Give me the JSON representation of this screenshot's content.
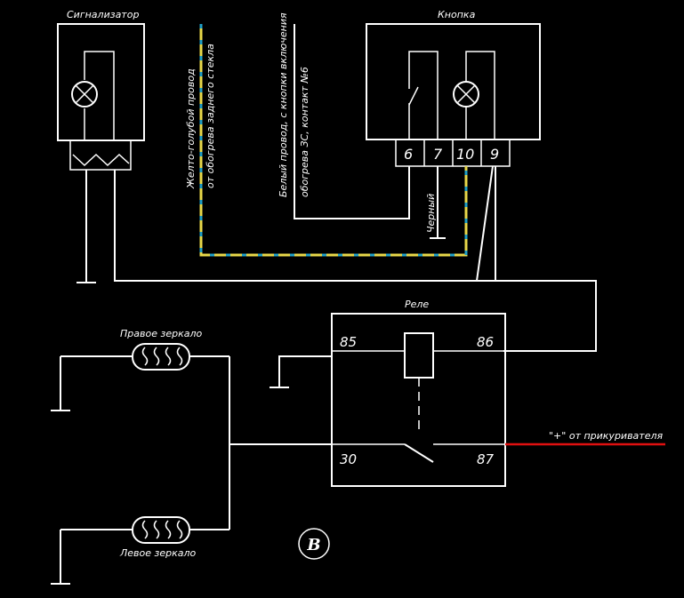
{
  "labels": {
    "signalizer": "Сигнализатор",
    "button": "Кнопка",
    "relay": "Реле",
    "right_mirror": "Правое зеркало",
    "left_mirror": "Левое зеркало",
    "black_wire": "Черный",
    "yellow_blue_wire_1": "Желто-голубой провод",
    "yellow_blue_wire_2": "от обогрева заднего стекла",
    "white_wire_1": "Белый провод, с кнопки включения",
    "white_wire_2": "обогрева ЗС, контакт №6",
    "plus_lighter": "\"+\" от прикуривателя",
    "logo_letter": "B"
  },
  "button_pins": [
    "6",
    "7",
    "10",
    "9"
  ],
  "relay_pins": {
    "p85": "85",
    "p86": "86",
    "p30": "30",
    "p87": "87"
  },
  "colors": {
    "background": "#000000",
    "wire": "#ffffff",
    "yellow_wire": "#e8d84a",
    "blue_wire": "#1fa0c8",
    "plus_wire": "#e01010"
  }
}
